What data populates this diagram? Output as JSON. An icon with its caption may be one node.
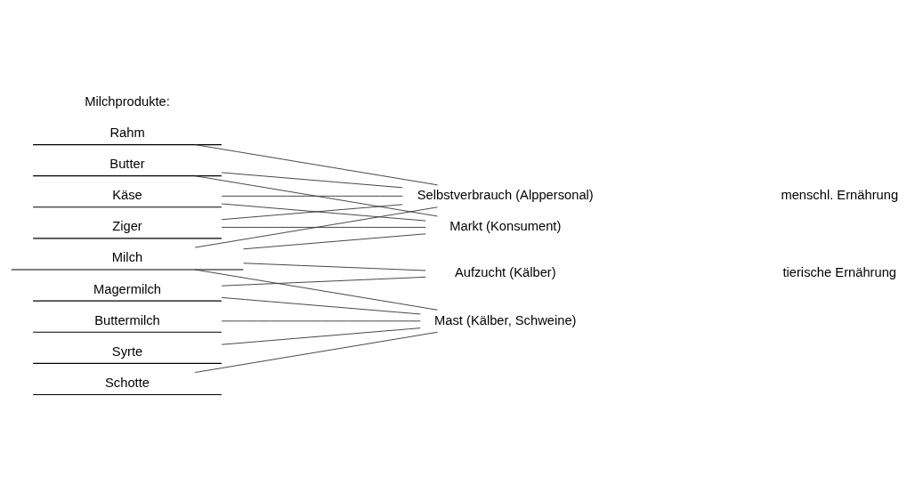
{
  "diagram": {
    "nodes": [
      {
        "text": [
          "Milch"
        ]
      },
      {
        "text": [
          "Rahm"
        ]
      },
      {
        "text": [
          "Magermilch"
        ]
      },
      {
        "text": [
          "Butter"
        ]
      },
      {
        "text": [
          "Buttermilch"
        ]
      },
      {
        "text": [
          "Käse"
        ]
      },
      {
        "text": [
          "Syrte"
        ]
      },
      {
        "text": [
          "Ziger"
        ]
      },
      {
        "text": [
          "Schotte"
        ]
      },
      {
        "text": [
          "Selbstverbrauch (Alppersonal)"
        ]
      },
      {
        "text": [
          "Markt (Konsument)"
        ]
      },
      {
        "text": [
          "Aufzucht (Kälber)"
        ]
      },
      {
        "text": [
          "Mast (Kälber, Schweine)"
        ]
      }
    ],
    "edges": [
      {
        "from": 0,
        "to": 9,
        "arrow": "none"
      },
      {
        "from": 0,
        "to": 10,
        "arrow": "none"
      },
      {
        "from": 0,
        "to": 11,
        "arrow": "none"
      },
      {
        "from": 0,
        "to": 12,
        "arrow": "none"
      },
      {
        "from": 1,
        "to": 9,
        "arrow": "none"
      },
      {
        "from": 2,
        "to": 11,
        "arrow": "none"
      },
      {
        "from": 2,
        "to": 12,
        "arrow": "none"
      },
      {
        "from": 3,
        "to": 9,
        "arrow": "none"
      },
      {
        "from": 3,
        "to": 10,
        "arrow": "none"
      },
      {
        "from": 4,
        "to": 12,
        "arrow": "none"
      },
      {
        "from": 5,
        "to": 9,
        "arrow": "none"
      },
      {
        "from": 5,
        "to": 10,
        "arrow": "none"
      },
      {
        "from": 6,
        "to": 12,
        "arrow": "none"
      },
      {
        "from": 7,
        "to": 9,
        "arrow": "none"
      },
      {
        "from": 7,
        "to": 10,
        "arrow": "none"
      },
      {
        "from": 8,
        "to": 12,
        "arrow": "none"
      }
    ],
    "labels": [
      "Milchprodukte:",
      "menschl. Ernährung",
      "tierische Ernährung"
    ]
  }
}
